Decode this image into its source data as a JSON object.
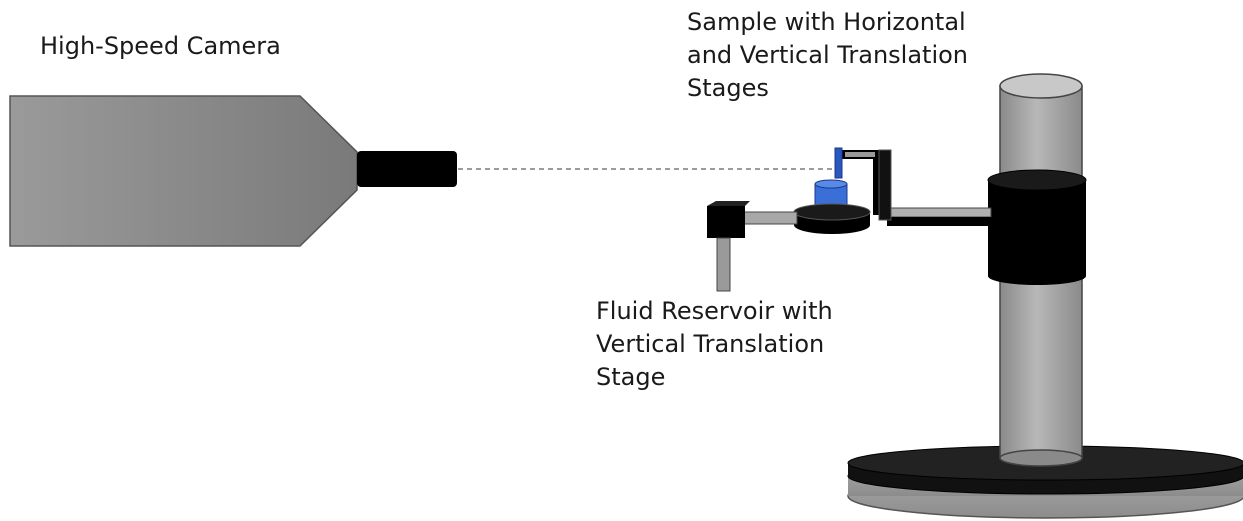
{
  "labels": {
    "camera": "High-Speed Camera",
    "sample": [
      "Sample with Horizontal",
      "and Vertical Translation",
      "Stages"
    ],
    "reservoir": [
      "Fluid Reservoir with",
      "Vertical Translation",
      "Stage"
    ]
  },
  "colors": {
    "camera_body": "#8c8c8c",
    "lens": "#000000",
    "column": "#9a9a9a",
    "stage_metal": "#a8a8a8",
    "fluid": "#3a6fd8",
    "line": "#808080"
  }
}
